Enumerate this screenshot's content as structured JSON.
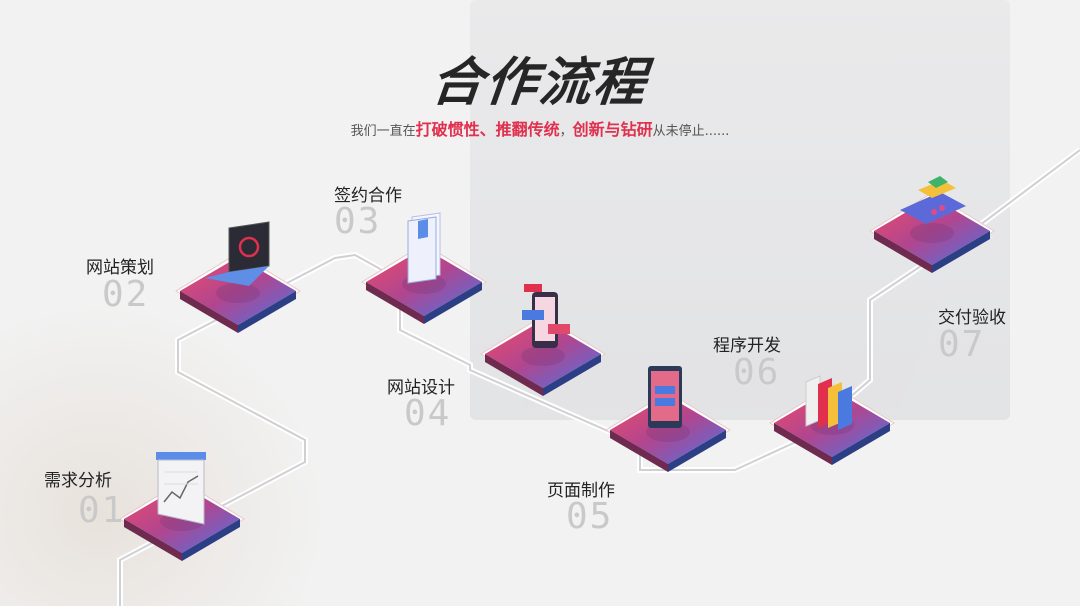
{
  "title": "合作流程",
  "subtitle": {
    "p1": "我们一直在",
    "h1": "打破惯性、推翻传统",
    "p2": "，",
    "h2": "创新与钻研",
    "p3": "从未停止......"
  },
  "steps": [
    {
      "label": "需求分析",
      "num": "01",
      "icon": "chart-board-icon"
    },
    {
      "label": "网站策划",
      "num": "02",
      "icon": "laptop-icon"
    },
    {
      "label": "签约合作",
      "num": "03",
      "icon": "document-icon"
    },
    {
      "label": "网站设计",
      "num": "04",
      "icon": "phone-chat-icon"
    },
    {
      "label": "页面制作",
      "num": "05",
      "icon": "tablet-icon"
    },
    {
      "label": "程序开发",
      "num": "06",
      "icon": "folders-icon"
    },
    {
      "label": "交付验收",
      "num": "07",
      "icon": "payment-terminal-icon"
    }
  ],
  "colors": {
    "accent": "#e0304e",
    "tile_start": "#e8365e",
    "tile_end": "#3d6fe0"
  }
}
